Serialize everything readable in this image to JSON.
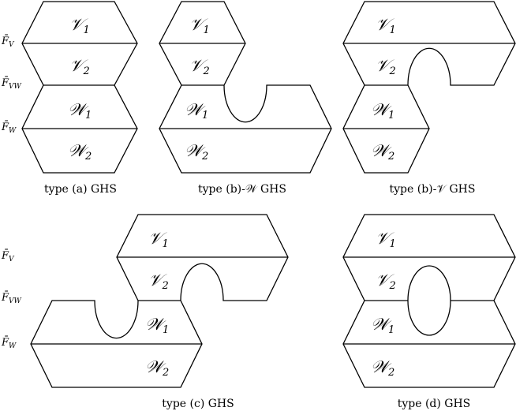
{
  "side_labels": {
    "top": [
      "F̄_V",
      "F̄_VW",
      "F̄_W"
    ],
    "bottom": [
      "F̄_V",
      "F̄_VW",
      "F̄_W"
    ]
  },
  "panels": {
    "a": {
      "caption": "type (a) GHS",
      "labels": [
        "V1",
        "V2",
        "W1",
        "W2"
      ]
    },
    "bw": {
      "caption": "type (b)-𝒲 GHS",
      "labels": [
        "V1",
        "V2",
        "W1",
        "W2"
      ]
    },
    "bv": {
      "caption": "type (b)-𝒱 GHS",
      "labels": [
        "V1",
        "V2",
        "W1",
        "W2"
      ]
    },
    "c": {
      "caption": "type (c) GHS",
      "labels": [
        "V1",
        "V2",
        "W1",
        "W2"
      ]
    },
    "d": {
      "caption": "type (d) GHS",
      "labels": [
        "V1",
        "V2",
        "W1",
        "W2"
      ]
    }
  },
  "symbols": {
    "V": "𝒱",
    "W": "𝒲"
  }
}
